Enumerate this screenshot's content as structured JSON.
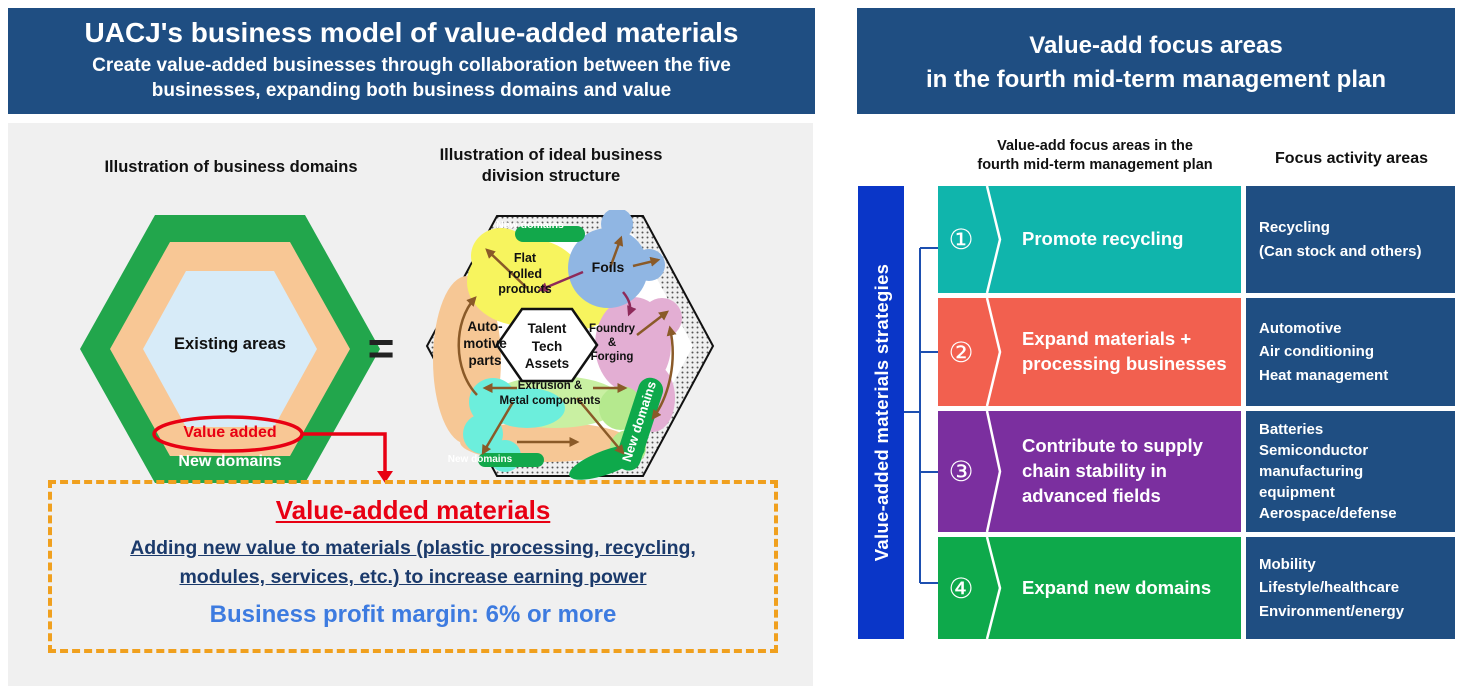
{
  "left": {
    "header": {
      "title": "UACJ's business model of value-added materials",
      "subtitle": "Create value-added businesses through collaboration between the five\nbusinesses, expanding both business domains and value"
    },
    "domains_label": "Illustration of business domains",
    "division_label": "Illustration of ideal business\ndivision structure",
    "equals_sign": "=",
    "domains": {
      "existing": "Existing areas",
      "value_added": "Value added",
      "new_domains": "New domains"
    },
    "division": {
      "new_domains_top": "New domains",
      "new_domains_bottom": "New domains",
      "new_domains_right": "New domains",
      "flat_rolled": "Flat\nrolled\nproducts",
      "foils": "Foils",
      "automotive": "Auto-\nmotive\nparts",
      "foundry": "Foundry\n&\nForging",
      "talent": "Talent\nTech\nAssets",
      "extrusion": "Extrusion &\nMetal components"
    },
    "callout": {
      "title": "Value-added materials",
      "body": "Adding new value to materials (plastic processing, recycling,\nmodules, services, etc.) to increase earning power",
      "profit": "Business profit margin: 6% or more"
    }
  },
  "right": {
    "header": {
      "title": "Value-add focus areas\nin the fourth mid-term management plan"
    },
    "col1_header": "Value-add focus areas in the\nfourth mid-term management plan",
    "col2_header": "Focus activity areas",
    "side_label": "Value-added materials strategies",
    "rows": [
      {
        "num": "①",
        "label": "Promote recycling",
        "focus": "Recycling\n(Can stock and others)",
        "color": "#10B5AC"
      },
      {
        "num": "②",
        "label": "Expand materials +\nprocessing businesses",
        "focus": "Automotive\nAir conditioning\nHeat management",
        "color": "#F2604F"
      },
      {
        "num": "③",
        "label": "Contribute to supply\nchain stability in\nadvanced fields",
        "focus": "Batteries\nSemiconductor\nmanufacturing equipment\nAerospace/defense",
        "color": "#7B2F9F"
      },
      {
        "num": "④",
        "label": "Expand new domains",
        "focus": "Mobility\nLifestyle/healthcare\nEnvironment/energy",
        "color": "#0EA94B"
      }
    ]
  },
  "colors": {
    "header_navy": "#1F4E82",
    "panel_gray": "#F0F0F0",
    "strategy_bar_blue": "#0A36C8",
    "bracket_blue": "#1D4FB0",
    "focus_navy": "#1F4E82",
    "callout_border_orange": "#F0A01E",
    "accent_red": "#E80013",
    "profit_blue": "#3D7BE0",
    "hex_green": "#22A64C",
    "hex_orange": "#F8C795",
    "hex_lightblue": "#D7EBF8"
  }
}
